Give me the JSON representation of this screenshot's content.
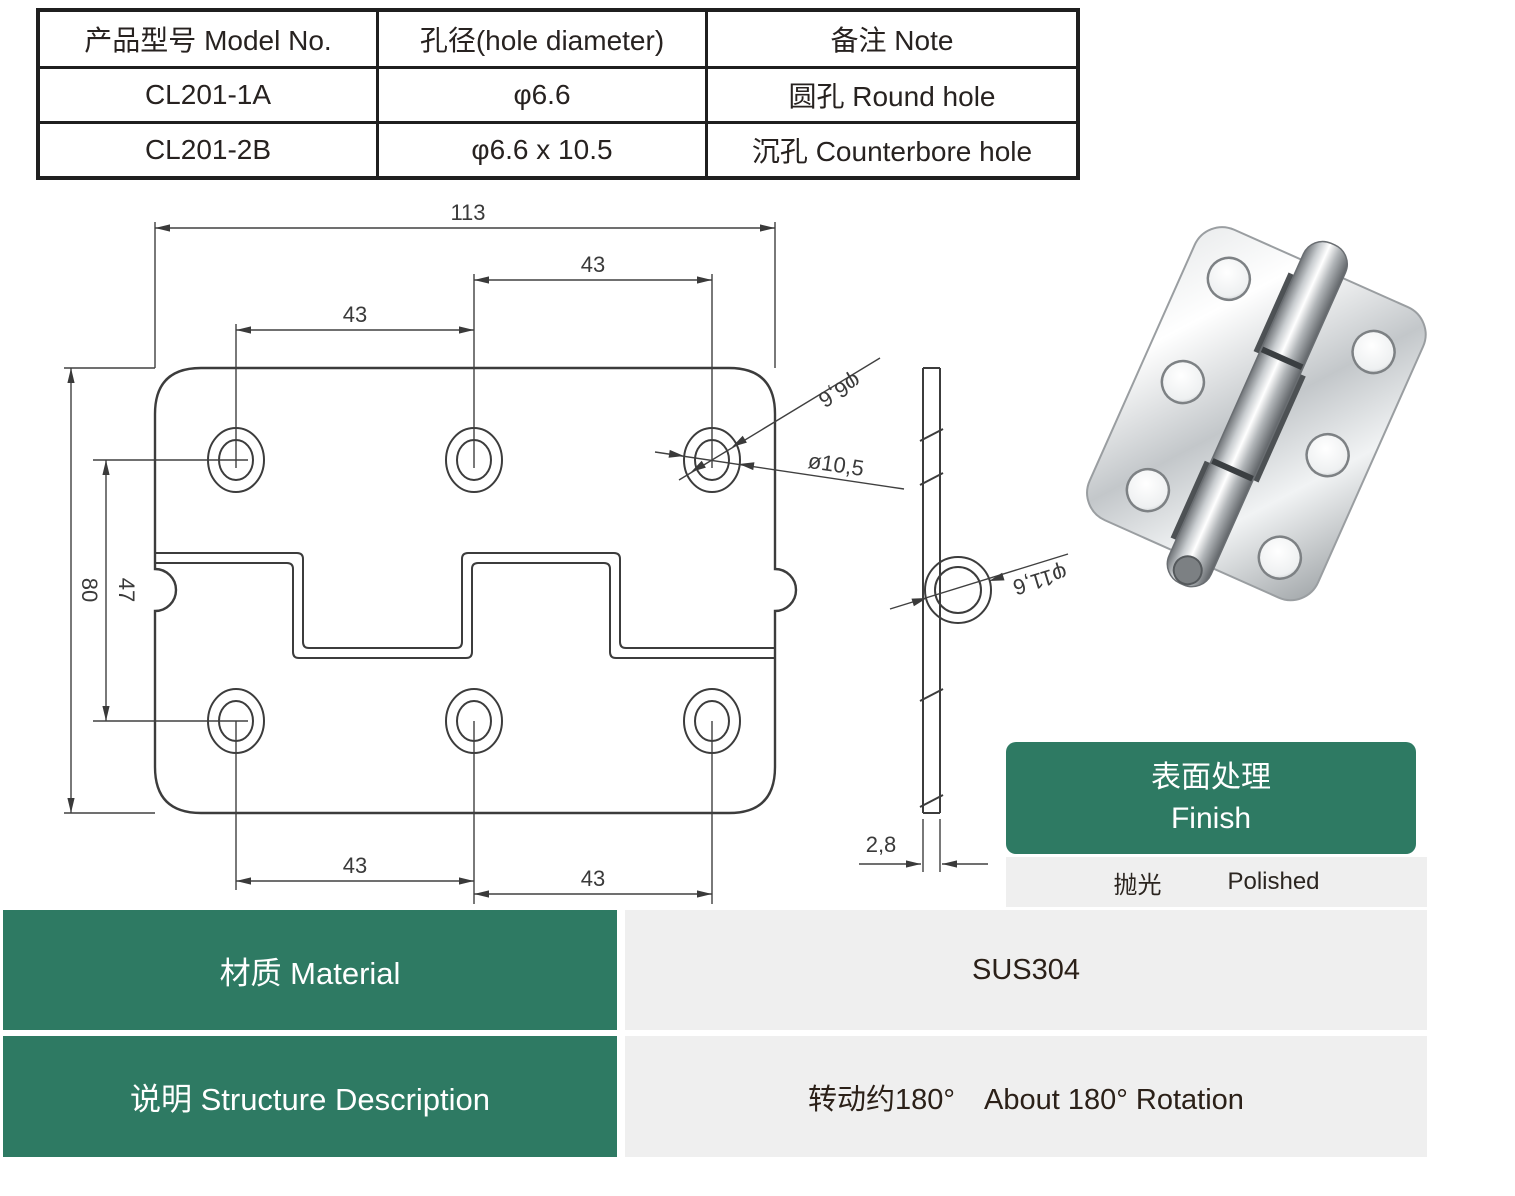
{
  "colors": {
    "accent_green": "#2e7a63",
    "light_gray": "#efefef",
    "table_border": "#1f1f1f",
    "drawing_line": "#3c3c3c"
  },
  "spec_table": {
    "headers": [
      "产品型号 Model No.",
      "孔径(hole diameter)",
      "备注 Note"
    ],
    "rows": [
      {
        "model": "CL201-1A",
        "hole": "φ6.6",
        "note": "圆孔 Round hole"
      },
      {
        "model": "CL201-2B",
        "hole": "φ6.6 x 10.5",
        "note": "沉孔 Counterbore hole"
      }
    ]
  },
  "drawing": {
    "dim_total_width": "113",
    "dim_top_right_pitch": "43",
    "dim_top_left_pitch": "43",
    "dim_total_height": "80",
    "dim_row_pitch": "47",
    "dim_bottom_left_pitch": "43",
    "dim_bottom_right_pitch": "43",
    "hole_dia": "φ6,6",
    "counterbore_dia": "ø10,5",
    "knuckle_dia": "φ11,6",
    "thickness": "2,8"
  },
  "finish_box": {
    "title_zh": "表面处理",
    "title_en": "Finish",
    "value_zh": "抛光",
    "value_en": "Polished"
  },
  "info_table": {
    "material_label": "材质 Material",
    "material_value": "SUS304",
    "structure_label": "说明 Structure Description",
    "structure_value": "转动约180°　About 180° Rotation"
  }
}
